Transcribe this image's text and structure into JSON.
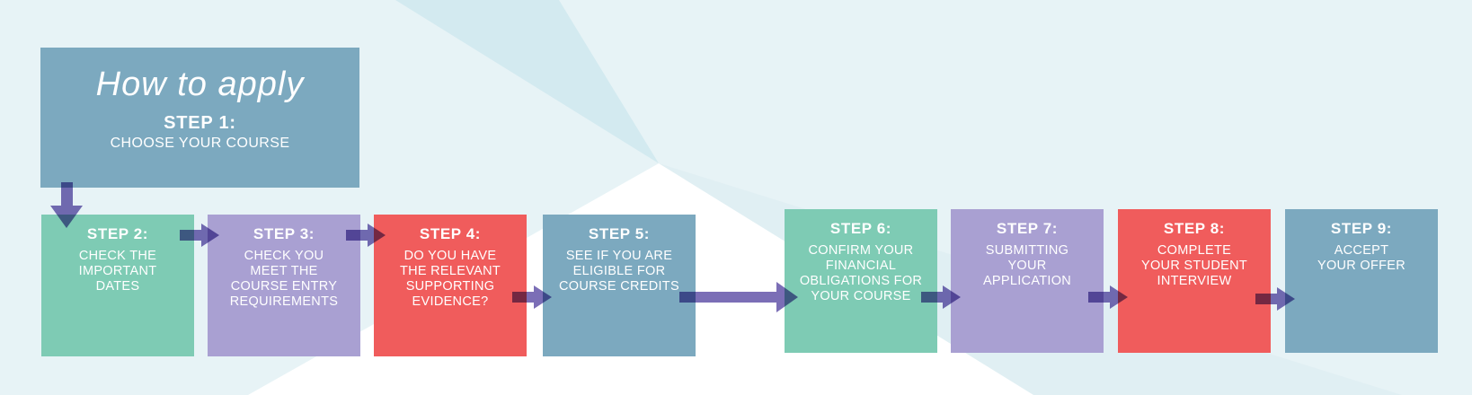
{
  "palette": {
    "background": "#e7f3f6",
    "background_wedge": "#d3eaf0",
    "background_white": "#ffffff",
    "background_pale_band": "#e0eff3",
    "steel_blue": "#7ca9bf",
    "teal": "#7ecbb4",
    "purple": "#a9a0d2",
    "red": "#f05c5c",
    "arrow": "#7b6eb6",
    "text": "#ffffff"
  },
  "icons": {
    "flow_arrow_right": "css-triangle-right",
    "flow_arrow_down": "css-triangle-down"
  },
  "title_card": {
    "title": "How to apply",
    "step_label": "STEP 1:",
    "step_text": "CHOOSE YOUR COURSE"
  },
  "steps": [
    {
      "label": "STEP 2:",
      "text": "CHECK THE\nIMPORTANT\nDATES",
      "color": "#7ecbb4"
    },
    {
      "label": "STEP 3:",
      "text": "CHECK YOU\nMEET THE\nCOURSE ENTRY\nREQUIREMENTS",
      "color": "#a9a0d2"
    },
    {
      "label": "STEP 4:",
      "text": "DO YOU HAVE\nTHE RELEVANT\nSUPPORTING\nEVIDENCE?",
      "color": "#f05c5c"
    },
    {
      "label": "STEP 5:",
      "text": "SEE IF YOU ARE\nELIGIBLE FOR\nCOURSE CREDITS",
      "color": "#7ca9bf"
    },
    {
      "label": "STEP 6:",
      "text": "CONFIRM YOUR\nFINANCIAL\nOBLIGATIONS FOR\nYOUR COURSE",
      "color": "#7ecbb4"
    },
    {
      "label": "STEP 7:",
      "text": "SUBMITTING\nYOUR\nAPPLICATION",
      "color": "#a9a0d2"
    },
    {
      "label": "STEP 8:",
      "text": "COMPLETE\nYOUR STUDENT\nINTERVIEW",
      "color": "#f05c5c"
    },
    {
      "label": "STEP 9:",
      "text": "ACCEPT\nYOUR OFFER",
      "color": "#7ca9bf"
    }
  ]
}
